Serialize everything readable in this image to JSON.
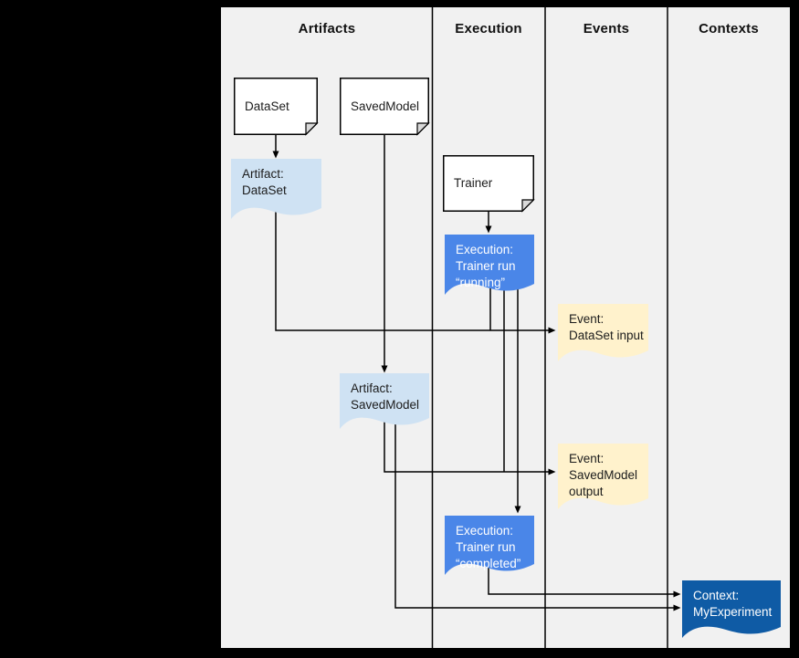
{
  "columns": [
    "Artifacts",
    "Execution",
    "Events",
    "Contexts"
  ],
  "nodes": {
    "dataset_type": {
      "label": "DataSet",
      "kind": "type-box"
    },
    "savedmodel_type": {
      "label": "SavedModel",
      "kind": "type-box"
    },
    "trainer_type": {
      "label": "Trainer",
      "kind": "type-box"
    },
    "artifact_dataset": {
      "label": "Artifact:\nDataSet",
      "kind": "artifact"
    },
    "execution_running": {
      "label": "Execution:\nTrainer run\n“running”",
      "kind": "execution"
    },
    "event_dataset_input": {
      "label": "Event:\nDataSet input",
      "kind": "event"
    },
    "artifact_savedmodel": {
      "label": "Artifact:\nSavedModel",
      "kind": "artifact"
    },
    "event_savedmodel_output": {
      "label": "Event:\nSavedModel\noutput",
      "kind": "event"
    },
    "execution_completed": {
      "label": "Execution:\nTrainer run\n“completed”",
      "kind": "execution"
    },
    "context_myexperiment": {
      "label": "Context:\nMyExperiment",
      "kind": "context"
    }
  },
  "colors": {
    "page_background": "#000000",
    "canvas_background": "#f1f1f1",
    "type_box_fill": "#ffffff",
    "type_box_fold": "#d9d9d9",
    "artifact_fill": "#cfe2f3",
    "execution_fill": "#4a86e8",
    "event_fill": "#fff2cc",
    "context_fill": "#0f5ba5",
    "line": "#000000"
  }
}
